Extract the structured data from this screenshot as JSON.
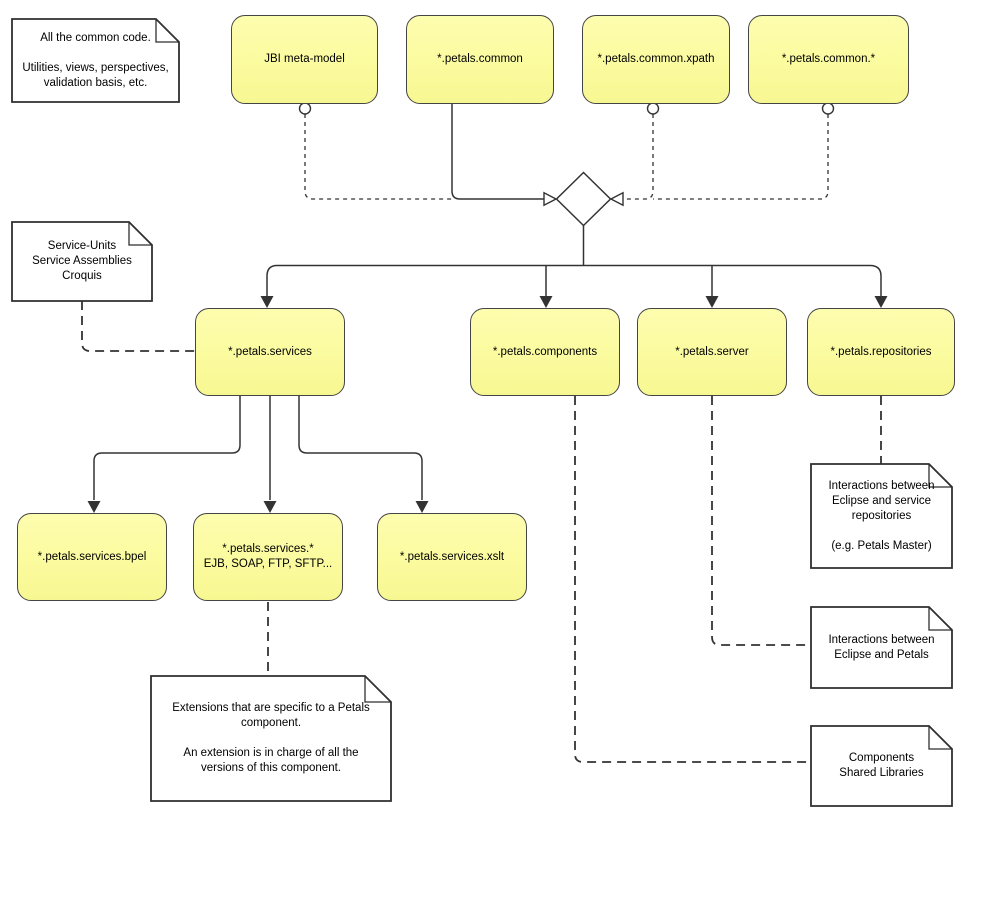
{
  "colors": {
    "package_fill": "#fbfb9f",
    "package_border": "#454545",
    "note_fill": "#ffffff",
    "note_border": "#2f2f2f",
    "wire": "#333333",
    "text": "#000000"
  },
  "packages": {
    "jbi": "JBI meta-model",
    "common": "*.petals.common",
    "common_xpath": "*.petals.common.xpath",
    "common_star": "*.petals.common.*",
    "services": "*.petals.services",
    "components": "*.petals.components",
    "server": "*.petals.server",
    "repositories": "*.petals.repositories",
    "services_bpel": "*.petals.services.bpel",
    "services_star": "*.petals.services.*\nEJB, SOAP, FTP, SFTP...",
    "services_xslt": "*.petals.services.xslt"
  },
  "notes": {
    "common_code": "All the common code.\n\nUtilities, views, perspectives,\nvalidation basis, etc.",
    "service_units": "Service-Units\nService Assemblies\nCroquis",
    "repo_interactions": "Interactions between\nEclipse and service\nrepositories\n\n(e.g. Petals Master)",
    "petals_interactions": "Interactions between\nEclipse and Petals",
    "shared_libraries": "Components\nShared Libraries",
    "extensions": "Extensions that are specific to a Petals\ncomponent.\n\nAn extension is in charge of all the\nversions of this component."
  }
}
